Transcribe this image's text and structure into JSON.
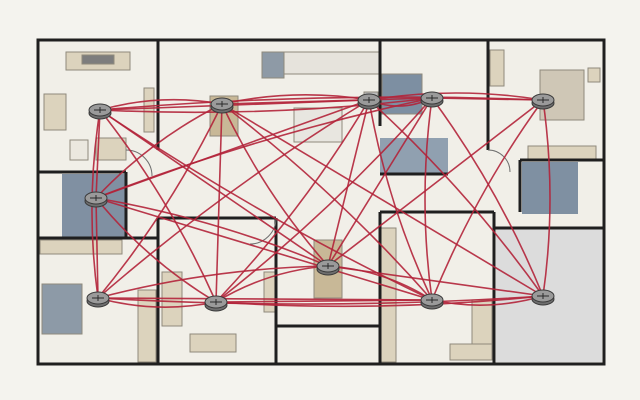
{
  "colors": {
    "background": "#f4f3ee",
    "floor": "#f1efe8",
    "wall": "#1f1f1f",
    "connection": "#b3243a",
    "router_fill": "#9a9a9a",
    "router_stroke": "#3a3a3a",
    "furniture_tan": "#dcd3bd",
    "furniture_stroke": "#8f8a7c",
    "bath_blue": "#7c8ea0",
    "bed_blue": "#8d9aa7",
    "garage_gray": "#dcdcdc"
  },
  "network": {
    "nodes": [
      {
        "id": "living-room-router"
      },
      {
        "id": "dining-router"
      },
      {
        "id": "kitchen-router"
      },
      {
        "id": "office-router"
      },
      {
        "id": "master-bedroom-router"
      },
      {
        "id": "bathroom-router"
      },
      {
        "id": "bedroom-2-router"
      },
      {
        "id": "family-room-router"
      },
      {
        "id": "hall-router"
      },
      {
        "id": "study-router"
      },
      {
        "id": "garage-router"
      }
    ],
    "links": [
      [
        0,
        1
      ],
      [
        0,
        2
      ],
      [
        0,
        3
      ],
      [
        0,
        4
      ],
      [
        0,
        5
      ],
      [
        0,
        6
      ],
      [
        0,
        7
      ],
      [
        0,
        8
      ],
      [
        0,
        9
      ],
      [
        1,
        2
      ],
      [
        1,
        3
      ],
      [
        1,
        5
      ],
      [
        1,
        6
      ],
      [
        1,
        7
      ],
      [
        1,
        8
      ],
      [
        1,
        9
      ],
      [
        1,
        10
      ],
      [
        2,
        3
      ],
      [
        2,
        4
      ],
      [
        2,
        5
      ],
      [
        2,
        6
      ],
      [
        2,
        7
      ],
      [
        2,
        8
      ],
      [
        2,
        9
      ],
      [
        2,
        10
      ],
      [
        3,
        4
      ],
      [
        3,
        5
      ],
      [
        3,
        7
      ],
      [
        3,
        8
      ],
      [
        3,
        9
      ],
      [
        3,
        10
      ],
      [
        4,
        8
      ],
      [
        4,
        9
      ],
      [
        4,
        10
      ],
      [
        5,
        6
      ],
      [
        5,
        7
      ],
      [
        5,
        8
      ],
      [
        5,
        9
      ],
      [
        6,
        7
      ],
      [
        6,
        8
      ],
      [
        6,
        9
      ],
      [
        6,
        10
      ],
      [
        7,
        8
      ],
      [
        7,
        9
      ],
      [
        7,
        10
      ],
      [
        8,
        9
      ],
      [
        8,
        10
      ],
      [
        9,
        10
      ]
    ]
  }
}
